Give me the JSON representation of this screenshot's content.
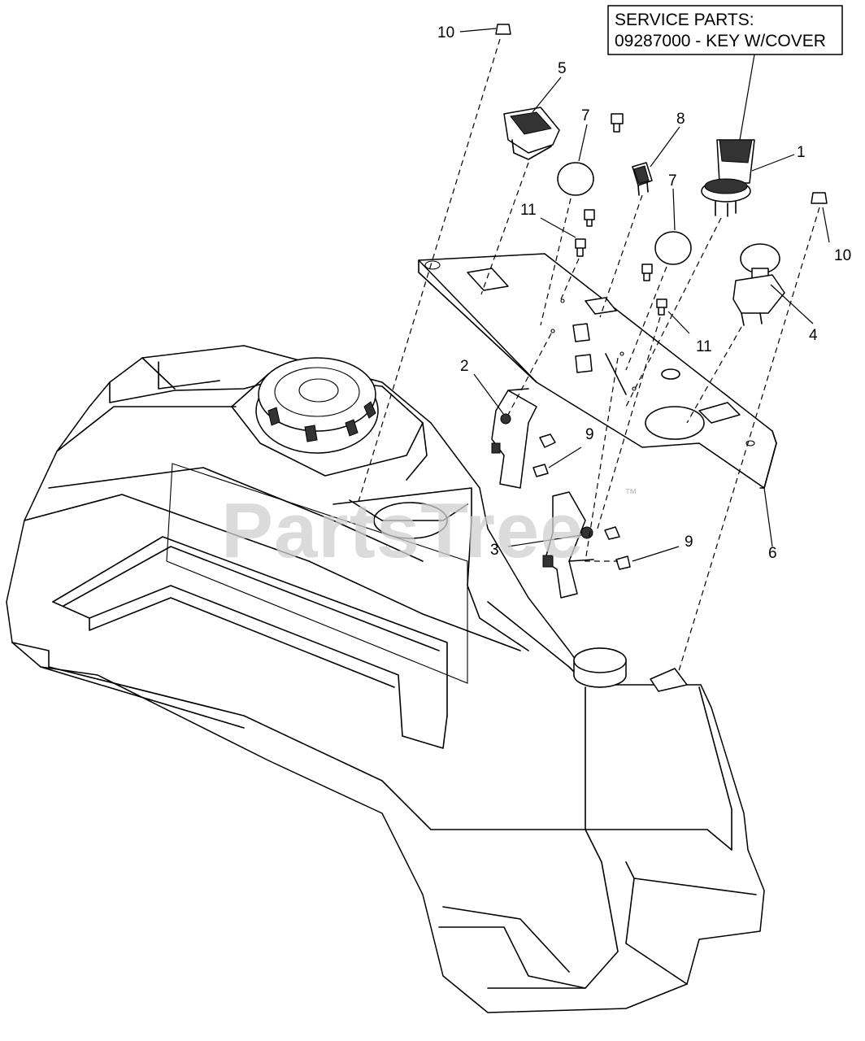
{
  "service_parts": {
    "line1": "SERVICE PARTS:",
    "line2": "09287000 - KEY W/COVER"
  },
  "watermark": {
    "text": "PartsTree",
    "trademark": "™"
  },
  "callouts": [
    {
      "id": "c10a",
      "label": "10"
    },
    {
      "id": "c5",
      "label": "5"
    },
    {
      "id": "c7a",
      "label": "7"
    },
    {
      "id": "c8",
      "label": "8"
    },
    {
      "id": "c1",
      "label": "1"
    },
    {
      "id": "c11a",
      "label": "11"
    },
    {
      "id": "c7b",
      "label": "7"
    },
    {
      "id": "c10b",
      "label": "10"
    },
    {
      "id": "c4",
      "label": "4"
    },
    {
      "id": "c11b",
      "label": "11"
    },
    {
      "id": "c2",
      "label": "2"
    },
    {
      "id": "c9a",
      "label": "9"
    },
    {
      "id": "c3",
      "label": "3"
    },
    {
      "id": "c9b",
      "label": "9"
    },
    {
      "id": "c6",
      "label": "6"
    }
  ]
}
